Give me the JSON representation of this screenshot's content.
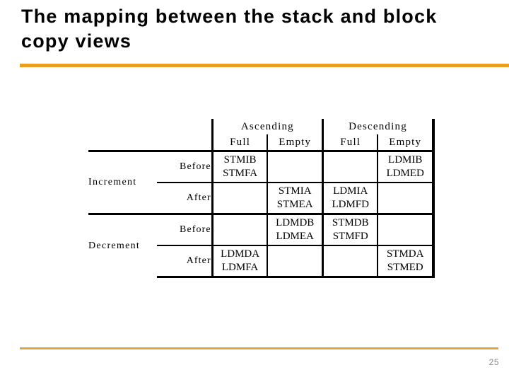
{
  "slide": {
    "title": "The mapping between the stack and block copy views",
    "page_number": "25",
    "accent_color_top": "#ED9B21",
    "accent_color_bottom": "#DCA73C"
  },
  "table": {
    "direction_headers": [
      "Ascending",
      "Descending"
    ],
    "sub_headers": [
      "Full",
      "Empty",
      "Full",
      "Empty"
    ],
    "corner_label_group": "",
    "corner_label_stage": "",
    "sections": [
      {
        "group": "Increment",
        "rows": [
          {
            "stage": "Before",
            "cells": [
              [
                "STMIB",
                "STMFA"
              ],
              [
                "",
                ""
              ],
              [
                "",
                ""
              ],
              [
                "LDMIB",
                "LDMED"
              ]
            ]
          },
          {
            "stage": "After",
            "cells": [
              [
                "",
                ""
              ],
              [
                "STMIA",
                "STMEA"
              ],
              [
                "LDMIA",
                "LDMFD"
              ],
              [
                "",
                ""
              ]
            ]
          }
        ]
      },
      {
        "group": "Decrement",
        "rows": [
          {
            "stage": "Before",
            "cells": [
              [
                "",
                ""
              ],
              [
                "LDMDB",
                "LDMEA"
              ],
              [
                "STMDB",
                "STMFD"
              ],
              [
                "",
                ""
              ]
            ]
          },
          {
            "stage": "After",
            "cells": [
              [
                "LDMDA",
                "LDMFA"
              ],
              [
                "",
                ""
              ],
              [
                "",
                ""
              ],
              [
                "STMDA",
                "STMED"
              ]
            ]
          }
        ]
      }
    ]
  }
}
